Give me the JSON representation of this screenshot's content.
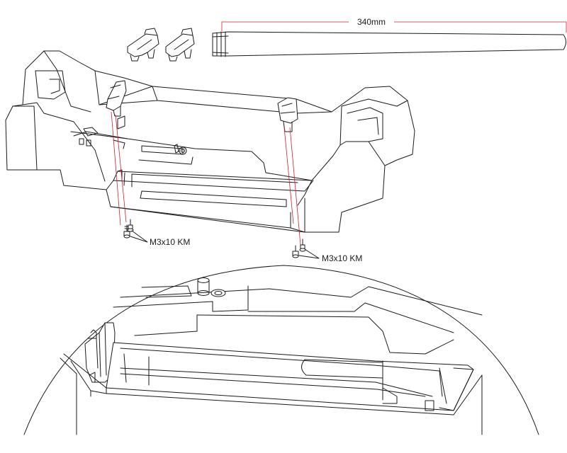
{
  "antenna": {
    "length_label": "340mm"
  },
  "screws": [
    {
      "label": "M3x10 KM"
    },
    {
      "label": "M3x10 KM"
    }
  ],
  "colors": {
    "dimension_line": "#d21f2a",
    "outline": "#1a1a1a"
  }
}
